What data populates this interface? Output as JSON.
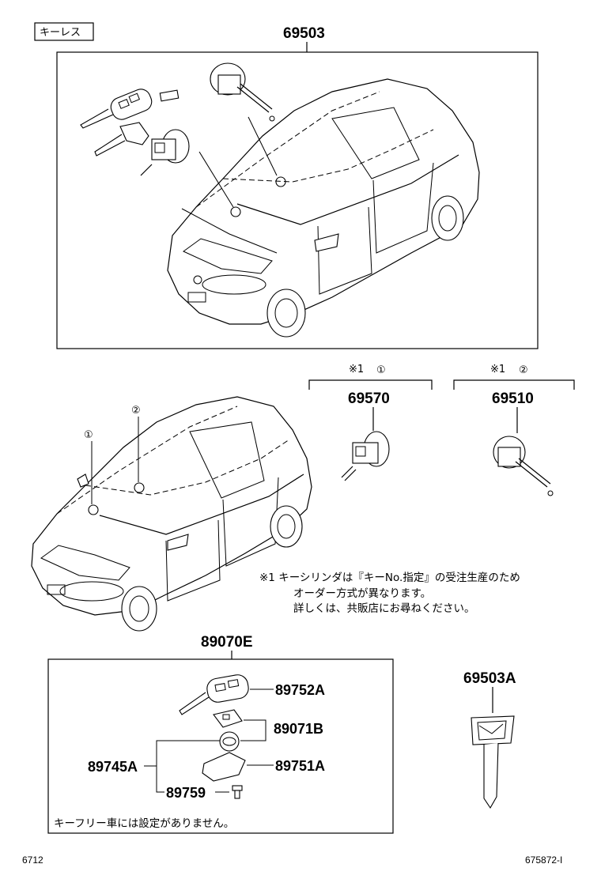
{
  "header": {
    "tag_label": "キーレス"
  },
  "top_set": {
    "part_number": "69503"
  },
  "cylinder_driver": {
    "note_ref": "※1",
    "circle_number": "①",
    "part_number": "69570"
  },
  "cylinder_ignition": {
    "note_ref": "※1",
    "circle_number": "②",
    "part_number": "69510"
  },
  "car_callouts": {
    "callout_1": "①",
    "callout_2": "②"
  },
  "note": {
    "line1": "※1  キーシリンダは『キーNo.指定』の受注生産のため",
    "line2": "オーダー方式が異なります。",
    "line3": "詳しくは、共販店にお尋ねください。"
  },
  "transmitter_set": {
    "part_number": "89070E",
    "parts": {
      "key_with_transmitter": "89752A",
      "transmitter_housing": "89071B",
      "battery": "89745A",
      "case_cover": "89751A",
      "screw": "89759"
    },
    "footnote": "キーフリー車には設定がありません。"
  },
  "blank_key": {
    "part_number": "69503A"
  },
  "footer": {
    "page_code": "6712",
    "illustration_id": "675872-I"
  }
}
